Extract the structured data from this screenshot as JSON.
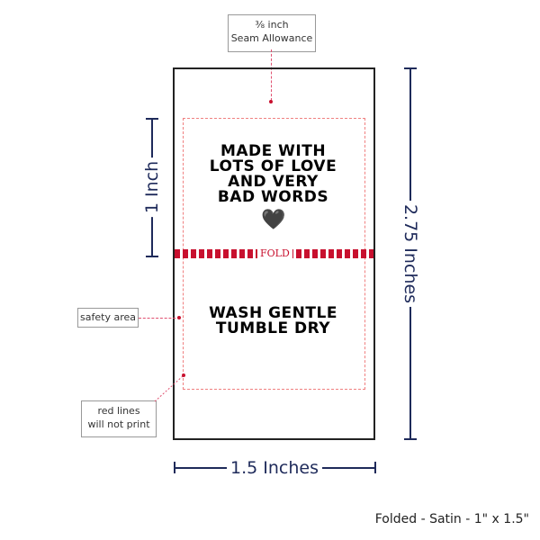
{
  "seam_callout": {
    "line1": "⅜ inch",
    "line2": "Seam Allowance"
  },
  "fold_label": "FOLD",
  "front_text": [
    "MADE WITH",
    "LOTS OF LOVE",
    "AND VERY",
    "BAD WORDS"
  ],
  "heart": "🖤",
  "back_text": [
    "WASH GENTLE",
    "TUMBLE DRY"
  ],
  "safety_callout": "safety area",
  "redlines_callout": {
    "line1": "red lines",
    "line2": "will not print"
  },
  "dimensions": {
    "height_fold": "1 Inch",
    "height_total": "2.75 Inches",
    "width": "1.5 Inches"
  },
  "caption": "Folded - Satin - 1\" x 1.5\"",
  "colors": {
    "accent": "#c8102e",
    "navy": "#1e2a5a"
  }
}
